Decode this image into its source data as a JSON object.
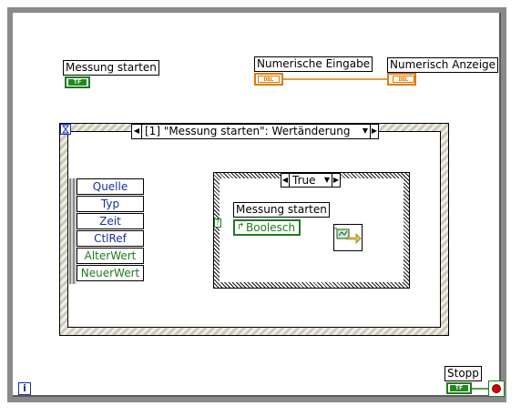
{
  "block_diagram": {
    "messung_control": {
      "label": "Messung starten",
      "terminal": "TF"
    },
    "numeric_input": {
      "label": "Numerische Eingabe",
      "terminal": "DBL"
    },
    "numeric_display": {
      "label": "Numerisch Anzeige",
      "terminal": "DBL"
    },
    "event_structure": {
      "selector_label": "[1] \"Messung starten\": Wertänderung",
      "data_node_items": [
        "Quelle",
        "Typ",
        "Zeit",
        "CtlRef",
        "AlterWert",
        "NeuerWert"
      ]
    },
    "case_structure": {
      "selector_label": "True",
      "local_label": "Messung starten",
      "local_value": "Boolesch"
    },
    "stop": {
      "label": "Stopp",
      "terminal": "TF"
    },
    "loop_iteration_icon": "i",
    "question_mark": "?",
    "icon_names": [
      "boolean-terminal-icon",
      "numeric-terminal-icon",
      "subvi-icon",
      "stop-button-icon",
      "loop-iteration-icon",
      "timeout-icon"
    ]
  },
  "colors": {
    "boolean_wire": "#1f7a1f",
    "numeric_wire": "#e07b00",
    "loop_border": "#8a8a8a",
    "dynamic_wire": "#1f7a1f",
    "text_blue": "#1a2ca8"
  }
}
